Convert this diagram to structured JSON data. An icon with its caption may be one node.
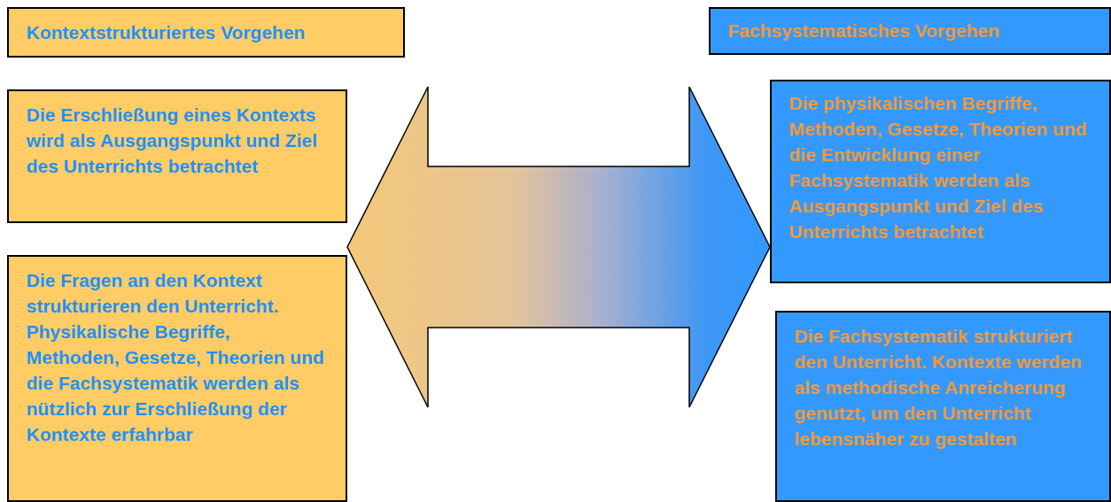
{
  "diagram": {
    "nodes": [
      {
        "text": [
          "Kontextstrukturiertes Vorgehen"
        ]
      },
      {
        "text": [
          "Die Erschließung eines Kontexts wird als Ausgangspunkt und Ziel des Unterrichts betrachtet"
        ]
      },
      {
        "text": [
          "Die Fragen an den Kontext strukturieren den Unterricht. Physikalische Begriffe, Methoden, Gesetze, Theorien und die Fachsystematik werden als nützlich zur Erschließung der Kontexte erfahrbar"
        ]
      },
      {
        "text": [
          "Fachsystematisches Vorgehen"
        ]
      },
      {
        "text": [
          "Die physikalischen Begriffe, Methoden, Gesetze, Theorien und die Entwicklung einer Fachsystematik werden als Ausgangspunkt und Ziel des Unterrichts betrachtet"
        ]
      },
      {
        "text": [
          "Die Fachsystematik strukturiert den Unterricht. Kontexte werden als methodische Anreicherung genutzt, um den Unterricht lebensnäher zu gestalten"
        ]
      }
    ],
    "edges": [
      {
        "from": 2,
        "to": 4,
        "arrow": "both"
      }
    ]
  }
}
